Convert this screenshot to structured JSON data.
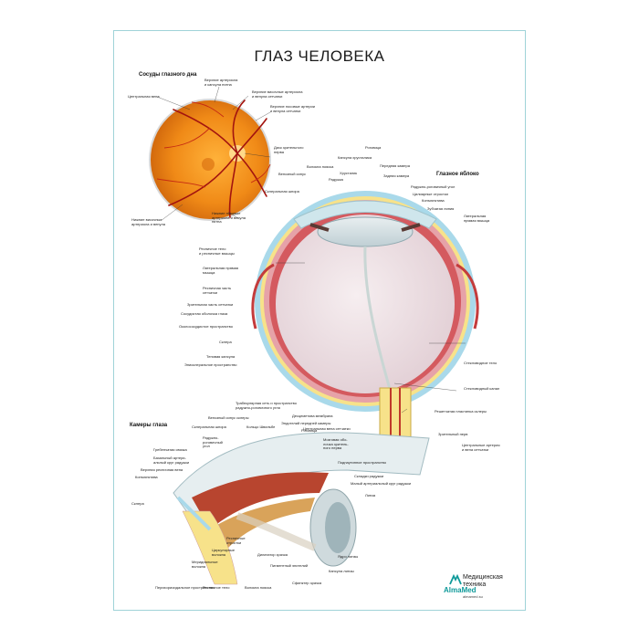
{
  "poster": {
    "title": "ГЛАЗ ЧЕЛОВЕКА",
    "colors": {
      "frame": "#9fd3d8",
      "retina": "#f29b1e",
      "sclera": "#f5e27a",
      "accent": "#0f9a9a"
    }
  },
  "sections": {
    "fundus": "Сосуды глазного дна",
    "eyeball": "Глазное яблоко",
    "chambers": "Камеры глаза"
  },
  "fundus_labels": {
    "central_vein": "Центральная вена",
    "upper_arteriole_macula": "Верхние артериола\nи капсула пятна",
    "upper_temporal": "Верхние височные артериола\nи венула сетчатки",
    "upper_nasal": "Верхние носовые артерии\nи венула сетчатки",
    "optic_disc": "Диск зрительного\nнерва",
    "lower_temporal": "Нижние височные\nартериола и венула",
    "lower_nasal": "Нижние носовые\nартериола и венула\nпятна"
  },
  "eyeball_labels": {
    "cornea": "Роговица",
    "lens_capsule": "Капсула хрусталика",
    "anterior_chamber": "Передняя камера",
    "venous_sinus": "Венозный синус",
    "ciliary_girdle": "Волокна пояска",
    "lens": "Хрусталик",
    "posterior_chamber": "Задняя камера",
    "iris": "Радужка",
    "iridocorneal_angle": "Радужно-роговичный угол",
    "ciliary_processes": "Цилиарные отростки",
    "conjunctiva": "Конъюнктива",
    "scleral_spur": "Склеральная шпора",
    "ora_serrata": "Зубчатая линия",
    "lateral_rectus_r": "Латеральная\nпрямая мышца",
    "ciliary_body": "Ресничное тело\nи ресничные мышцы",
    "lateral_rectus_l": "Латеральная прямая\nмышца",
    "ciliary_retina": "Ресничная часть\nсетчатки",
    "optic_retina": "Зрительная часть сетчатки",
    "choroid": "Сосудистая оболочка глаза",
    "perichoroidal": "Околососудистое пространство",
    "sclera": "Склера",
    "tenon": "Теновая капсула",
    "episcleral": "Эписклеральное пространство",
    "vitreous": "Стекловидное тело",
    "hyaloid_canal": "Стекловидный канал",
    "lamina_cribrosa": "Решетчатая пластинка склеры",
    "optic_nerve": "Зрительный нерв",
    "central_artery_vein": "Центральные артерия\nи вена сетчатки",
    "central_retinal_vein": "Центральная вена сетчатки",
    "dura": "Мозговая обо-\nлочка зритель-\nного нерва",
    "subdural": "Подпаутинное пространство"
  },
  "chamber_labels": {
    "trabecular": "Трабекулярная сеть и пространство\nрадужно-роговичного угла",
    "venous_sinus_sclera": "Венозный синус склеры",
    "descemet": "Десцеметова мембрана",
    "scleral_spur": "Склеральная шпора",
    "schwalbe": "Кольцо Швальбе",
    "endothelium": "Эндотелий передней камеры",
    "iridocorneal_angle": "Радужно-\nроговичный\nугол",
    "cornea": "Роговица",
    "pectinate": "Гребенчатая связка",
    "basal_circle": "Базальный артери-\nальный круг радужки",
    "upper_rectus_vein": "Верхняя ресничная вена",
    "conjunctiva": "Конъюнктива",
    "sclera": "Склера",
    "iris_folds": "Складки радужки",
    "minor_circle": "Малый артериальный круг радужки",
    "lens": "Линза",
    "ciliary_processes": "Ресничные\nотростки",
    "circular_fibers": "Циркулярные\nволокна",
    "meridional_fibers": "Меридиальные\nволокна",
    "dilator": "Дилататор зрачка",
    "pigment_epithelium": "Пигментный эпителий",
    "lens_nucleus": "Ядро линзы",
    "lens_capsule": "Капсула линзы",
    "sphincter": "Сфинктер зрачка",
    "perichoroidal": "Перихориоидальное пространство",
    "ciliary_body": "Ресничное тело",
    "zonule": "Волокна пояска"
  },
  "brand": {
    "name": "AlmaMed",
    "line1": "Медицинская",
    "line2": "техника",
    "url": "almamed.su"
  }
}
